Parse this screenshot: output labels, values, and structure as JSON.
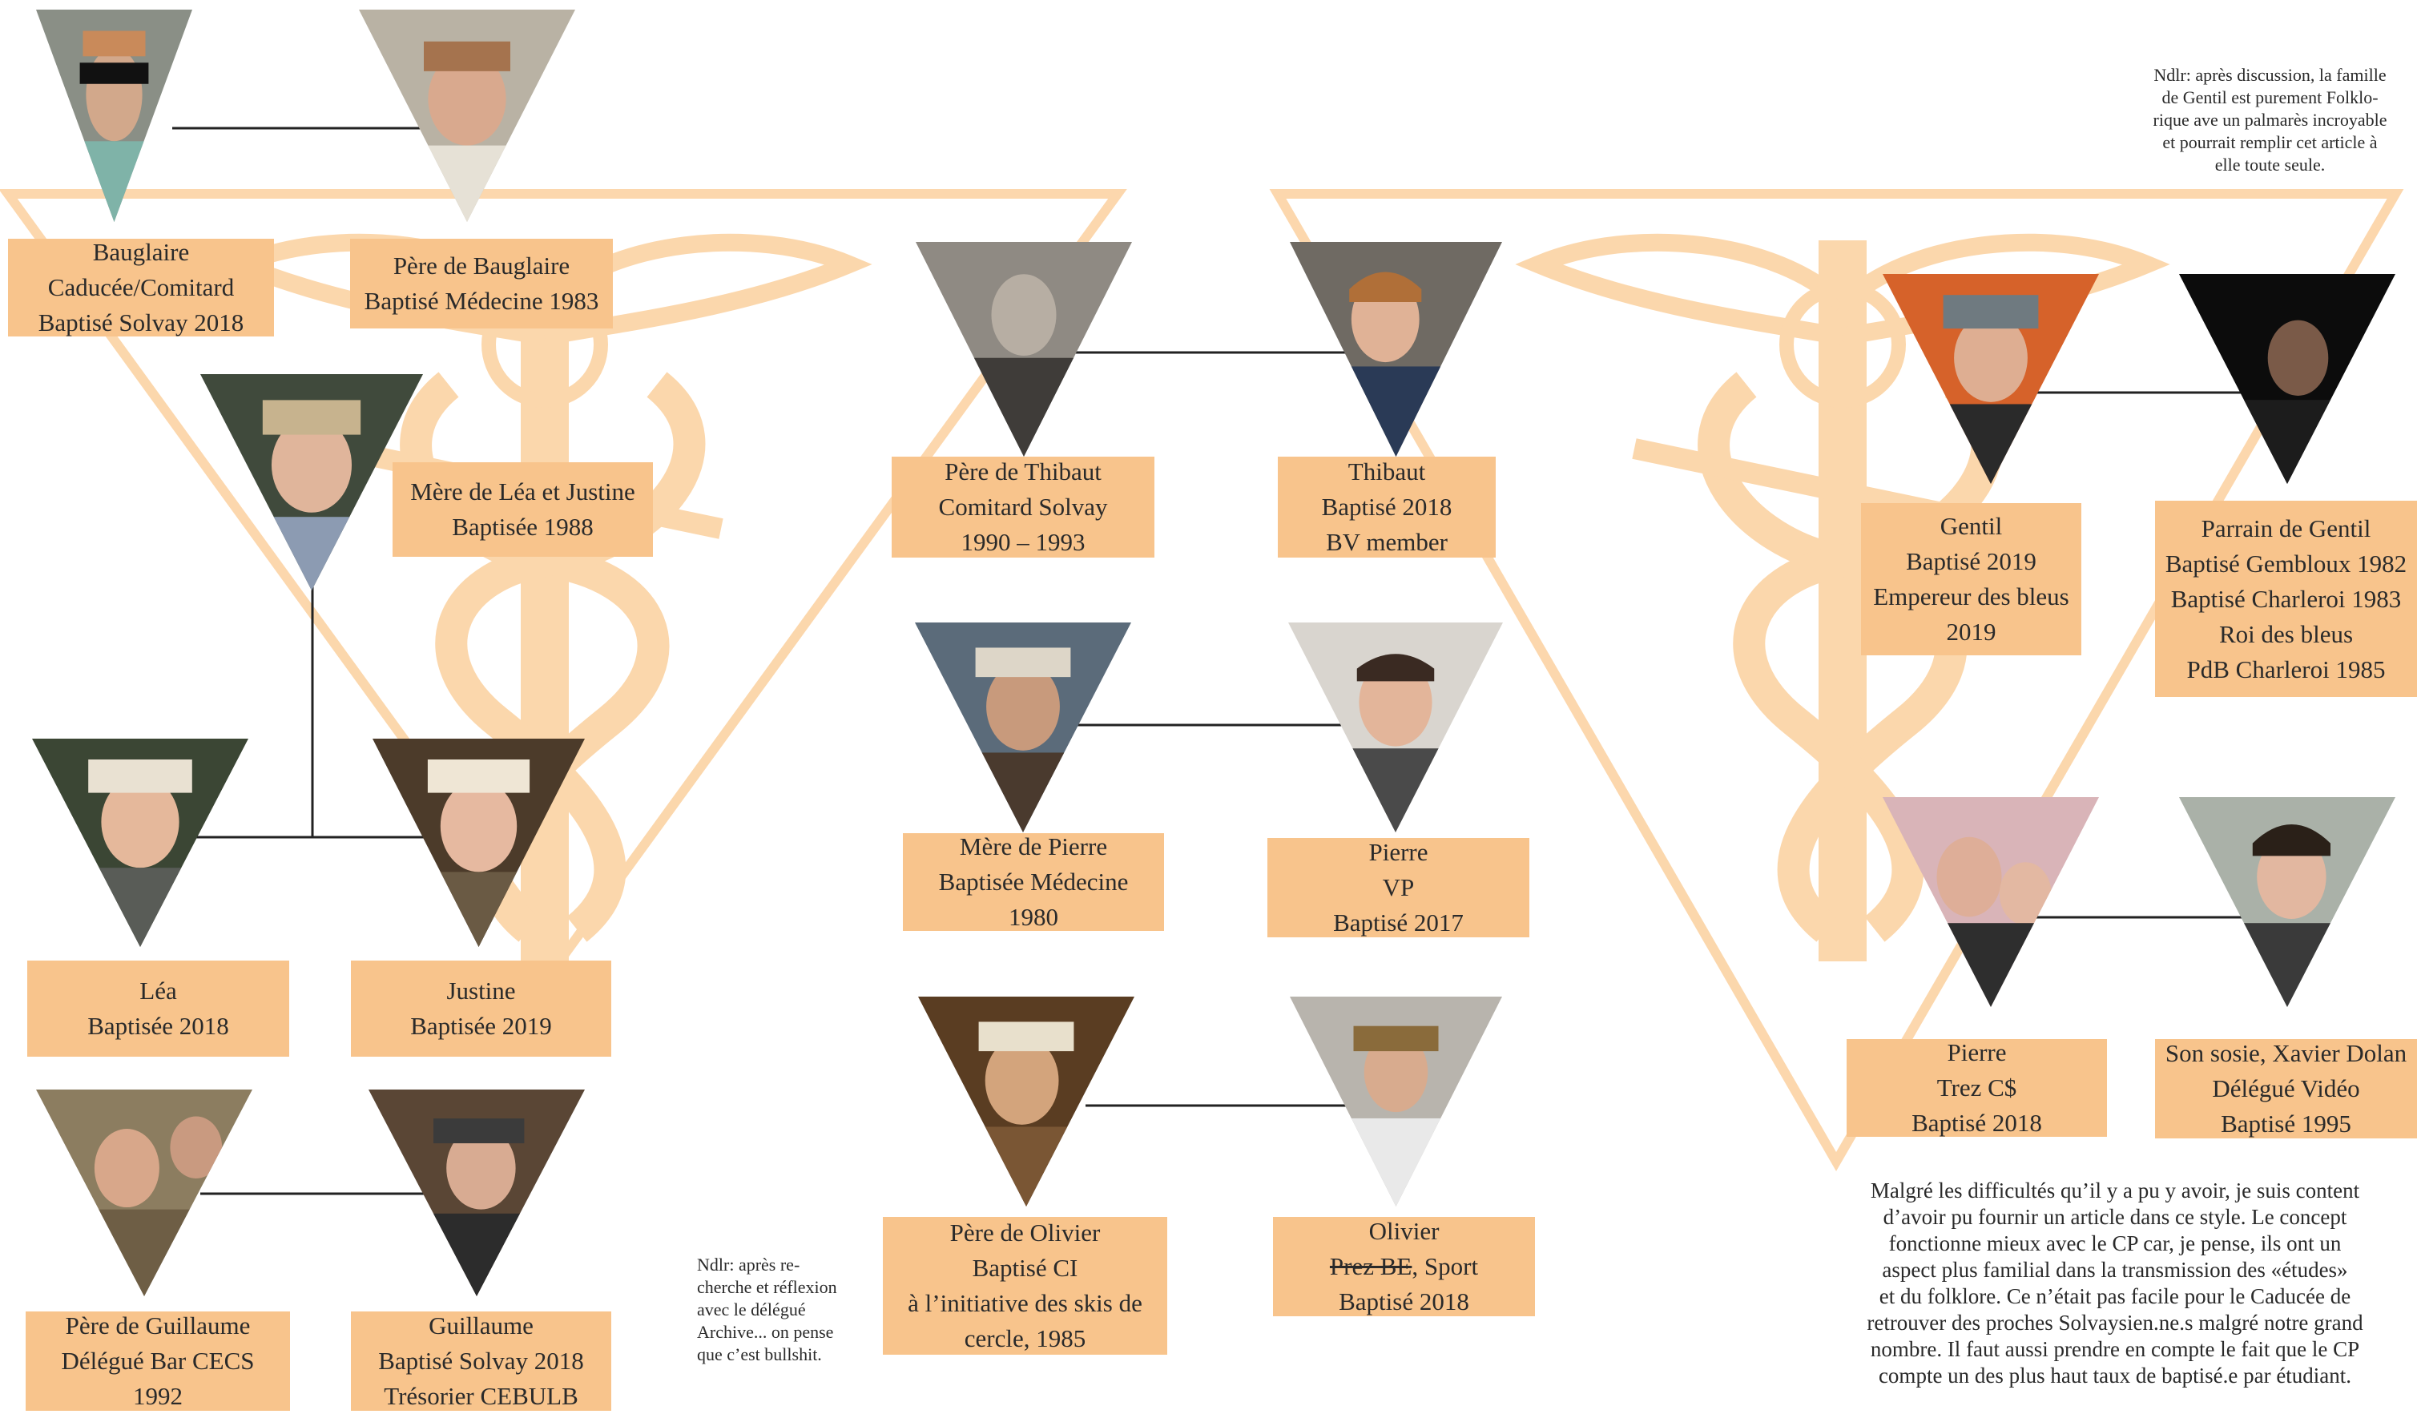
{
  "colors": {
    "accent_orange": "#f8c48c",
    "watermark": "#f9b76a",
    "connector": "#222222"
  },
  "labels": {
    "bauglaire": {
      "l1": "Bauglaire",
      "l2": "Caducée/Comitard",
      "l3": "Baptisé Solvay 2018"
    },
    "pere_bauglaire": {
      "l1": "Père de Bauglaire",
      "l2": "Baptisé Médecine 1983"
    },
    "mere_lea": {
      "l1": "Mère de Léa et Justine",
      "l2": "Baptisée 1988"
    },
    "lea": {
      "l1": "Léa",
      "l2": "Baptisée 2018"
    },
    "justine": {
      "l1": "Justine",
      "l2": "Baptisée 2019"
    },
    "pere_guillaume": {
      "l1": "Père de Guillaume",
      "l2": "Délégué Bar CECS",
      "l3": "1992"
    },
    "guillaume": {
      "l1": "Guillaume",
      "l2": "Baptisé Solvay 2018",
      "l3": "Trésorier CEBULB"
    },
    "pere_thibaut": {
      "l1": "Père de Thibaut",
      "l2": "Comitard Solvay",
      "l3": "1990 – 1993"
    },
    "thibaut": {
      "l1": "Thibaut",
      "l2": "Baptisé 2018",
      "l3": "BV member"
    },
    "mere_pierre": {
      "l1": "Mère de Pierre",
      "l2": "Baptisée Médecine",
      "l3": "1980"
    },
    "pierre_vp": {
      "l1": "Pierre",
      "l2": "VP",
      "l3": "Baptisé 2017"
    },
    "pere_olivier": {
      "l1": "Père de Olivier",
      "l2": "Baptisé CI",
      "l3": "à l’initiative des skis de",
      "l4": "cercle, 1985"
    },
    "olivier": {
      "l1": "Olivier",
      "l2_strike": "Prez BE",
      "l2_rest": ", Sport",
      "l3": "Baptisé 2018"
    },
    "gentil": {
      "l1": "Gentil",
      "l2": "Baptisé 2019",
      "l3": "Empereur des bleus",
      "l4": "2019"
    },
    "parrain_gentil": {
      "l1": "Parrain de Gentil",
      "l2": "Baptisé Gembloux 1982",
      "l3": "Baptisé Charleroi 1983",
      "l4": "Roi des bleus",
      "l5": "PdB Charleroi 1985"
    },
    "pierre_trez": {
      "l1": "Pierre",
      "l2": "Trez C$",
      "l3": "Baptisé 2018"
    },
    "xavier": {
      "l1": "Son sosie, Xavier Dolan",
      "l2": "Délégué Vidéo",
      "l3": "Baptisé 1995"
    }
  },
  "notes": {
    "top_right": [
      "Ndlr: après discussion, la famille",
      "de Gentil est purement Folklo-",
      "rique ave un palmarès incroyable",
      "et pourrait remplir cet article à",
      "elle toute seule."
    ],
    "archive": [
      "Ndlr: après re-",
      "cherche et réflexion",
      "avec le délégué",
      "Archive... on pense",
      "que c’est bullshit."
    ],
    "conclusion": [
      "Malgré les difficultés qu’il y a pu y avoir, je suis content",
      "d’avoir pu fournir un article dans ce style. Le concept",
      "fonctionne mieux avec le CP car, je pense, ils ont un",
      "aspect plus familial dans la transmission des «études»",
      "et du folklore. Ce n’était pas facile pour le Caducée de",
      "retrouver des proches Solvaysien.ne.s malgré notre grand",
      "nombre. Il faut aussi prendre en compte le fait que le CP",
      "compte un des plus haut taux de baptisé.e par étudiant."
    ]
  }
}
